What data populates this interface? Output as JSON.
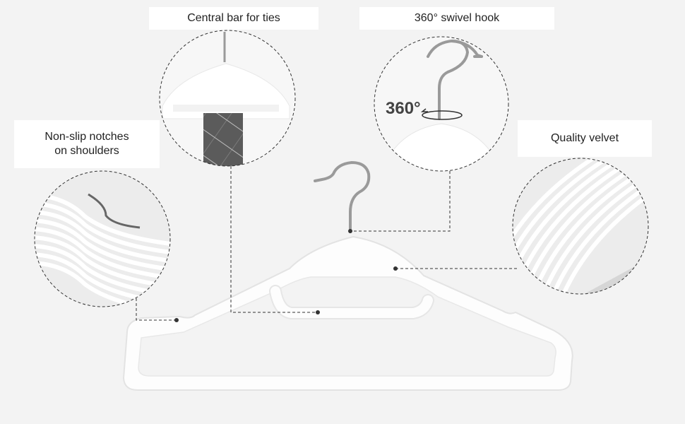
{
  "labels": {
    "central_bar": "Central bar for ties",
    "swivel_hook": "360° swivel hook",
    "non_slip_line1": "Non-slip notches",
    "non_slip_line2": "on shoulders",
    "quality_velvet": "Quality velvet"
  },
  "hook_badge": "360°",
  "colors": {
    "background": "#f3f3f3",
    "hanger": "#fdfdfd",
    "hanger_edge": "#e4e4e4",
    "dash": "#333333",
    "tie": "#5b5b5b"
  }
}
